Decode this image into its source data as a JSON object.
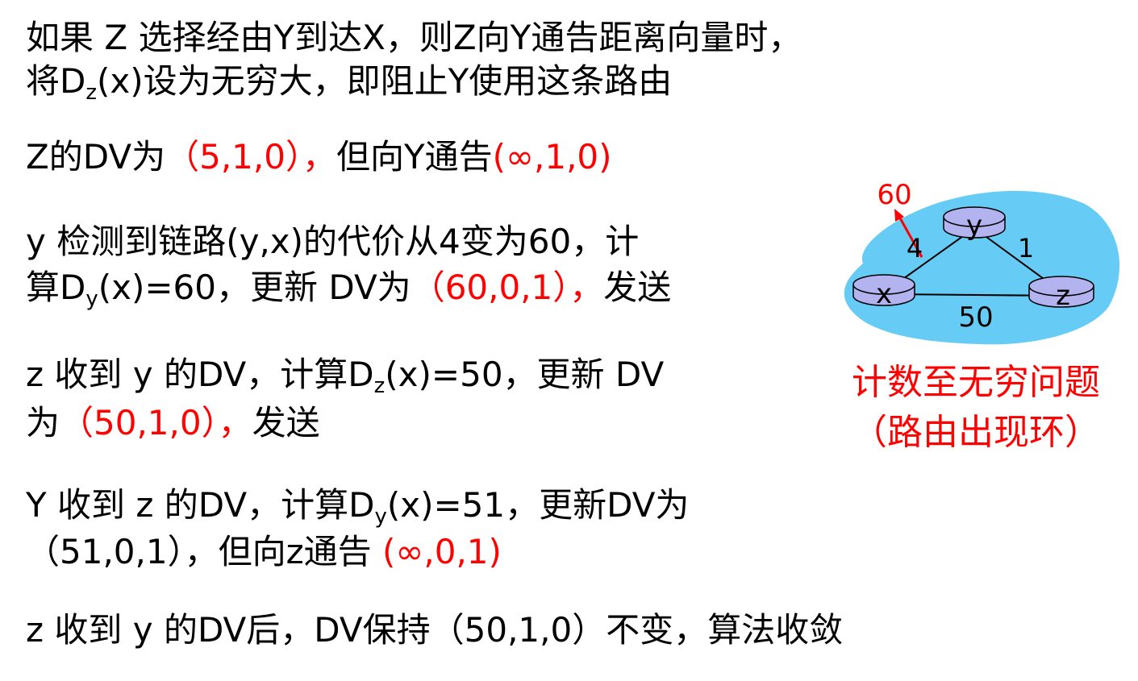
{
  "lines": [
    {
      "parts": [
        "如果 Z 选择经由Y到达X，则Z向Y通告距离向量时，"
      ]
    },
    {
      "parts": [
        "将D",
        "z",
        "(x)设为无穷大，即阻止Y使用这条路由"
      ]
    },
    {
      "parts": [
        "Z的DV为",
        "（5,1,0），",
        "但向Y通告",
        "(∞,1,0)"
      ]
    },
    {
      "parts": [
        "y 检测到链路(y,x)的代价从4变为60，计"
      ]
    },
    {
      "parts": [
        "算D",
        "y",
        "(x)=60，更新 DV为",
        "（60,0,1），",
        "发送"
      ]
    },
    {
      "parts": [
        "z 收到 y 的DV，计算D",
        "z",
        "(x)=50，更新 DV"
      ]
    },
    {
      "parts": [
        "为",
        "（50,1,0），",
        "发送"
      ]
    },
    {
      "parts": [
        "Y 收到 z 的DV，计算D",
        "y",
        "(x)=51，更新DV为"
      ]
    },
    {
      "parts": [
        "（51,0,1），但向z通告 ",
        "(∞,0,1)"
      ]
    },
    {
      "parts": [
        "z 收到 y 的DV后，DV保持（50,1,0）不变，算法收敛"
      ]
    }
  ],
  "diagram": {
    "nodes": {
      "x": "x",
      "y": "y",
      "z": "z"
    },
    "costs": {
      "xy": "4",
      "yz": "1",
      "xz": "50",
      "xy_new": "60"
    },
    "colors": {
      "cloud": "#66ccf5",
      "router": "#b3b3f0",
      "highlight": "#ff0000"
    }
  },
  "caption": {
    "line1": "计数至无穷问题",
    "line2": "（路由出现环）"
  }
}
